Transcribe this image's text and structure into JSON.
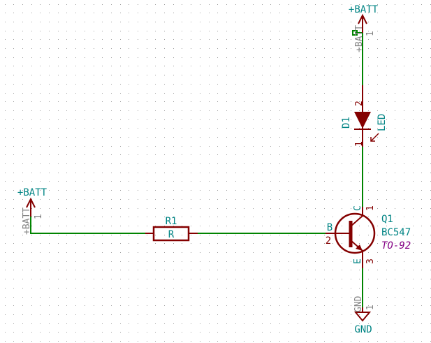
{
  "colors": {
    "wire": "#008400",
    "component": "#840000",
    "label": "#008484",
    "hidden": "#848484",
    "footprint": "#840084",
    "grid": "#a0a0a0",
    "background": "#ffffff"
  },
  "power_top": {
    "value": "+BATT",
    "pin_name": "+BATT",
    "pin_number": "1"
  },
  "power_left": {
    "value": "+BATT",
    "pin_name": "+BATT",
    "pin_number": "1"
  },
  "gnd": {
    "value": "GND",
    "pin_name": "GND",
    "pin_number": "1"
  },
  "r1": {
    "ref": "R1",
    "value": "R"
  },
  "d1": {
    "ref": "D1",
    "value": "LED",
    "pin_anode": "2",
    "pin_cathode": "1"
  },
  "q1": {
    "ref": "Q1",
    "value": "BC547",
    "footprint": "TO-92",
    "pin_c_name": "C",
    "pin_c_num": "1",
    "pin_b_name": "B",
    "pin_b_num": "2",
    "pin_e_name": "E",
    "pin_e_num": "3"
  }
}
